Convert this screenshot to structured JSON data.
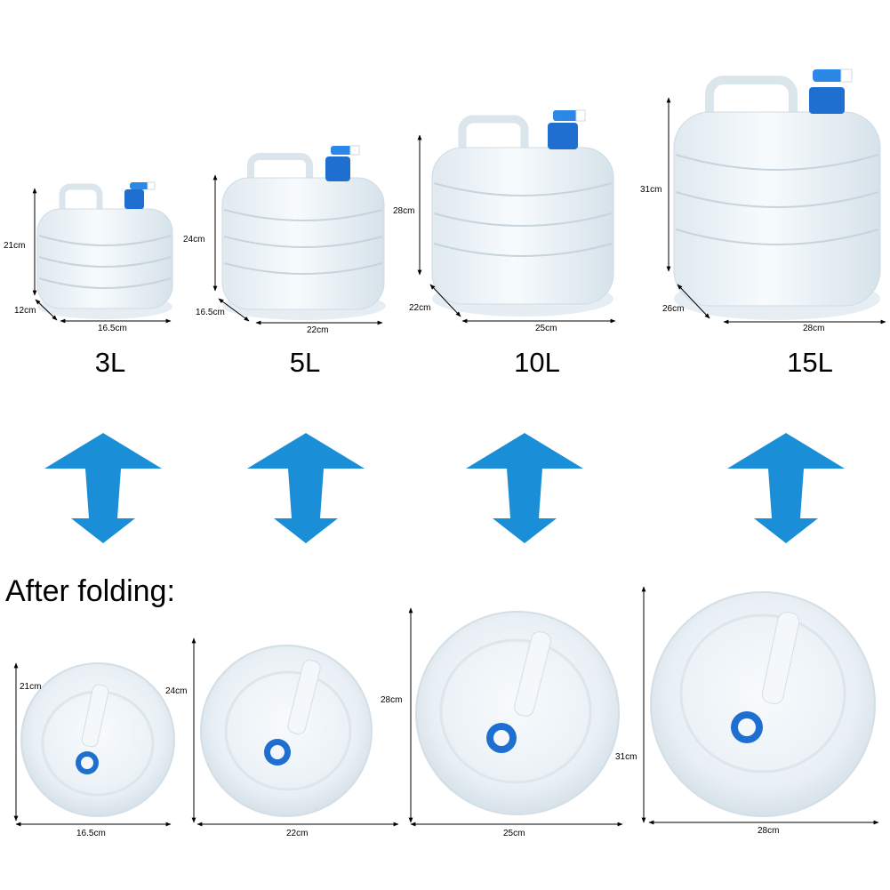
{
  "heading": "After folding:",
  "accent_color": "#1a8fd8",
  "cap_color": "#1e6fd0",
  "products": [
    {
      "capacity": "3L",
      "height": "21cm",
      "depth": "12cm",
      "width": "16.5cm"
    },
    {
      "capacity": "5L",
      "height": "24cm",
      "depth": "16.5cm",
      "width": "22cm"
    },
    {
      "capacity": "10L",
      "height": "28cm",
      "depth": "22cm",
      "width": "25cm"
    },
    {
      "capacity": "15L",
      "height": "31cm",
      "depth": "26cm",
      "width": "28cm"
    }
  ],
  "folded": [
    {
      "height": "21cm",
      "width": "16.5cm"
    },
    {
      "height": "24cm",
      "width": "22cm"
    },
    {
      "height": "28cm",
      "width": "25cm"
    },
    {
      "height": "31cm",
      "width": "28cm"
    }
  ]
}
